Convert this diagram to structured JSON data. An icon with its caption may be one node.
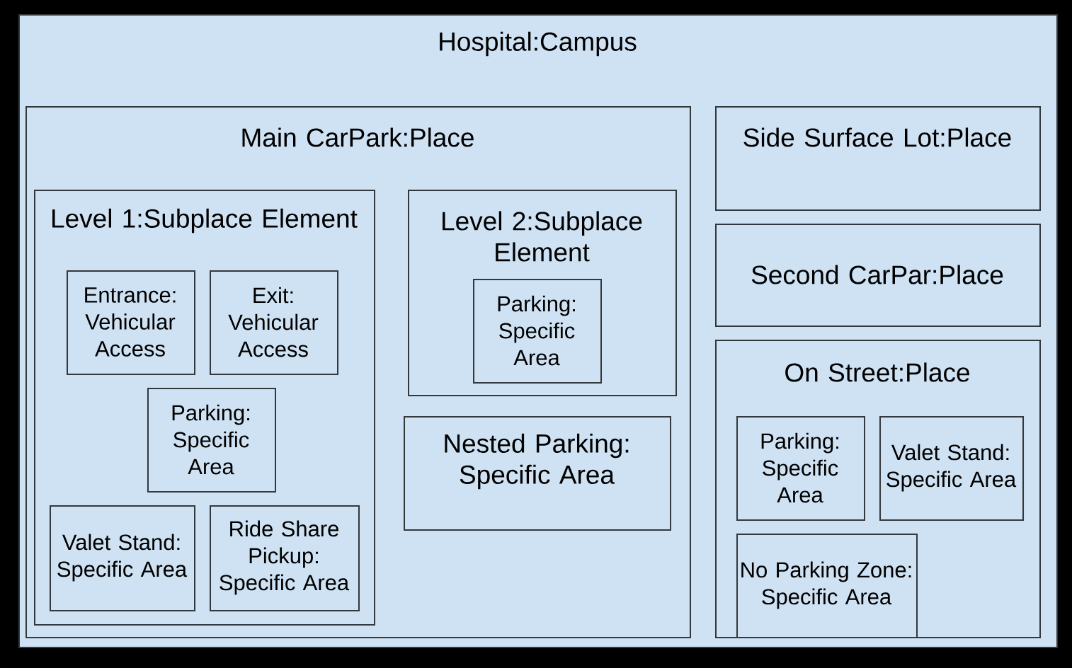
{
  "diagram": {
    "nodes": [
      {
        "text": [
          "Hospital:Campus"
        ]
      },
      {
        "text": [
          "Main CarPark:Place"
        ],
        "in": 0
      },
      {
        "text": [
          "Level 1:Subplace Element"
        ],
        "in": 1
      },
      {
        "text": [
          "Entrance: Vehicular Access"
        ],
        "in": 2
      },
      {
        "text": [
          "Exit: Vehicular Access"
        ],
        "in": 2
      },
      {
        "text": [
          "Parking: Specific Area"
        ],
        "in": 2
      },
      {
        "text": [
          "Valet Stand: Specific Area"
        ],
        "in": 2
      },
      {
        "text": [
          "Ride Share Pickup: Specific Area"
        ],
        "in": 2
      },
      {
        "text": [
          "Level 2:Subplace Element"
        ],
        "in": 1
      },
      {
        "text": [
          "Parking: Specific Area"
        ],
        "in": 8
      },
      {
        "text": [
          "Nested Parking: Specific Area"
        ],
        "in": 1
      },
      {
        "text": [
          "Side Surface Lot:Place"
        ],
        "in": 0
      },
      {
        "text": [
          "Second CarPar:Place"
        ],
        "in": 0
      },
      {
        "text": [
          "On Street:Place"
        ],
        "in": 0
      },
      {
        "text": [
          "Parking: Specific Area"
        ],
        "in": 13
      },
      {
        "text": [
          "Valet Stand: Specific Area"
        ],
        "in": 13
      },
      {
        "text": [
          "No Parking Zone: Specific Area"
        ],
        "in": 13
      }
    ]
  }
}
